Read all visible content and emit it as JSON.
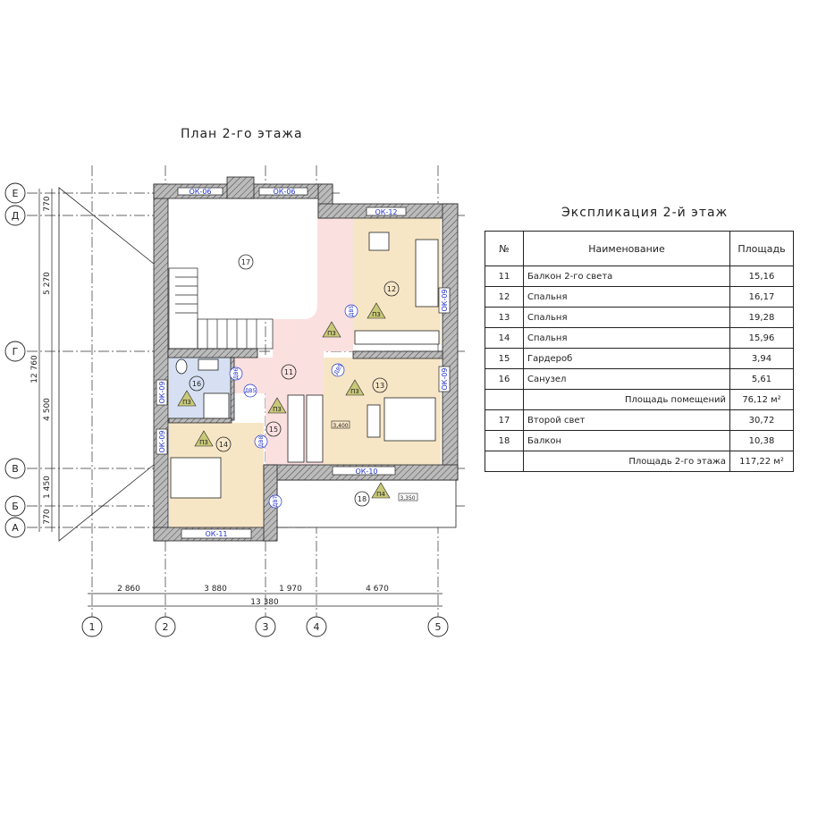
{
  "plan": {
    "title": "План 2-го этажа",
    "axes_rows": [
      "Е",
      "Д",
      "Г",
      "В",
      "Б",
      "А"
    ],
    "axes_cols": [
      "1",
      "2",
      "3",
      "4",
      "5"
    ],
    "dims_bottom": [
      "2 860",
      "3 880",
      "1 970",
      "4 670"
    ],
    "dim_total_bottom": "13 380",
    "dims_left": [
      "770",
      "5 270",
      "4 500",
      "1 450",
      "770"
    ],
    "dim_total_left": "12 760",
    "rooms": [
      "17",
      "12",
      "11",
      "13",
      "16",
      "15",
      "14",
      "18"
    ],
    "windows": [
      "ОК-06",
      "ОК-06",
      "ОК-12",
      "ОК-09",
      "ОК-09",
      "ОК-09",
      "ОК-09",
      "ОК-10",
      "ОК-11"
    ],
    "doors": [
      "ДВ5",
      "ДВ5",
      "ДВ6",
      "ДВ5",
      "ДВ8",
      "ДВ7"
    ],
    "finish_marks": [
      "П3",
      "П3",
      "П3",
      "П3",
      "П3",
      "П3",
      "П4"
    ],
    "levels": [
      "3,400",
      "3,350"
    ]
  },
  "table": {
    "title": "Экспликация 2-й этаж",
    "headers": [
      "№",
      "Наименование",
      "Площадь"
    ],
    "rows": [
      {
        "num": "11",
        "name": "Балкон 2-го света",
        "area": "15,16"
      },
      {
        "num": "12",
        "name": "Спальня",
        "area": "16,17"
      },
      {
        "num": "13",
        "name": "Спальня",
        "area": "19,28"
      },
      {
        "num": "14",
        "name": "Спальня",
        "area": "15,96"
      },
      {
        "num": "15",
        "name": "Гардероб",
        "area": "3,94"
      },
      {
        "num": "16",
        "name": "Санузел",
        "area": "5,61"
      }
    ],
    "subtotal_label": "Площадь помещений",
    "subtotal_value": "76,12 м²",
    "rows2": [
      {
        "num": "17",
        "name": "Второй свет",
        "area": "30,72"
      },
      {
        "num": "18",
        "name": "Балкон",
        "area": "10,38"
      }
    ],
    "total_label": "Площадь 2-го этажа",
    "total_value": "117,22 м²"
  },
  "colors": {
    "bedroom": "#f7e6c6",
    "corridor": "#fbe0e0",
    "bathroom": "#d6e0f2",
    "mark": "#c8c878",
    "blue_text": "#2233cc"
  }
}
